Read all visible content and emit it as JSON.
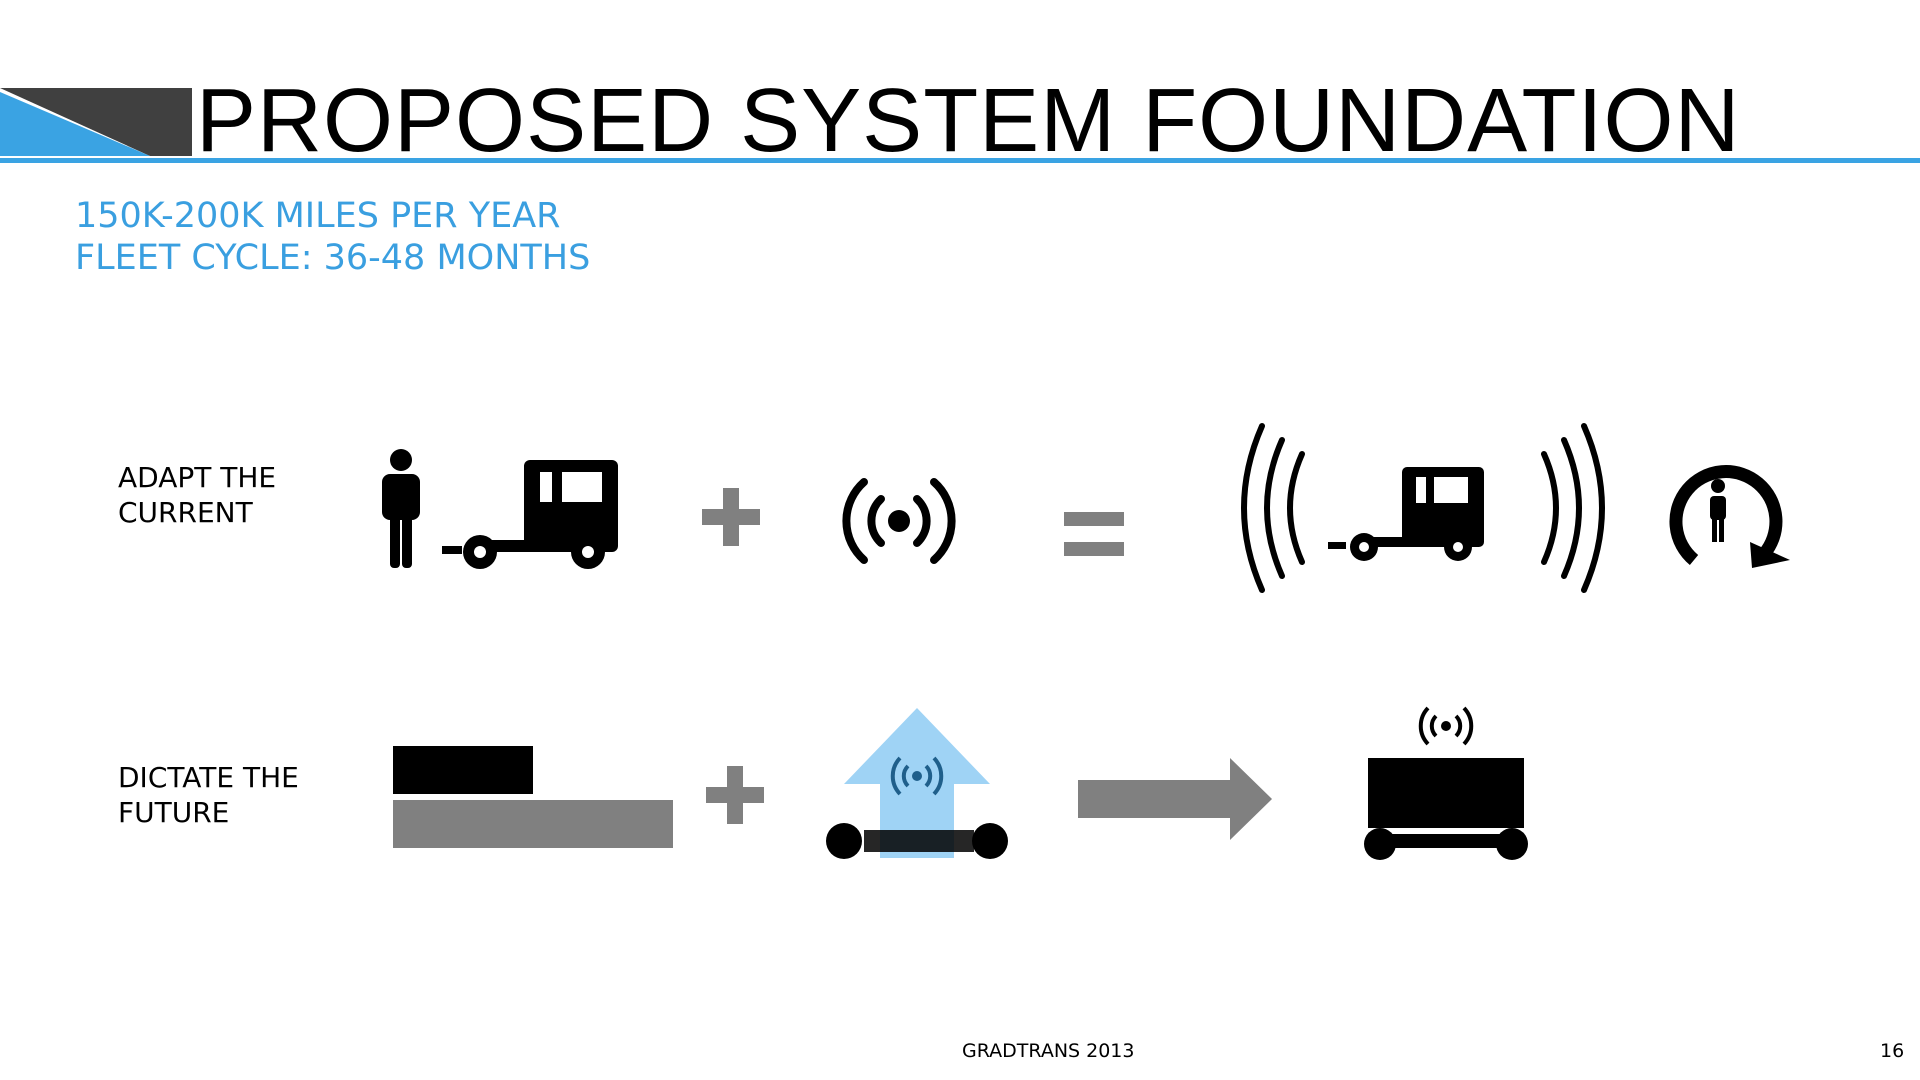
{
  "slide": {
    "title": "PROPOSED SYSTEM FOUNDATION",
    "subtitle_lines": [
      "150K-200K MILES PER YEAR",
      "FLEET CYCLE: 36-48 MONTHS"
    ],
    "rows": [
      {
        "label_lines": [
          "ADAPT THE",
          "CURRENT"
        ],
        "icons": [
          "person-icon",
          "truck-icon",
          "plus-icon",
          "wireless-signal-icon",
          "equals-icon",
          "connected-truck-icon",
          "person-circular-arrow-icon"
        ]
      },
      {
        "label_lines": [
          "DICTATE THE",
          "FUTURE"
        ],
        "icons": [
          "stacked-bars-icon",
          "plus-icon",
          "upgrade-arrow-icon",
          "right-arrow-icon",
          "autonomous-vehicle-icon"
        ]
      }
    ],
    "footer": "GRADTRANS 2013",
    "page_number": "16"
  },
  "colors": {
    "accent_blue": "#3aa3e3",
    "subtitle_blue": "#3a9fe0",
    "dark_gray": "#404040",
    "mid_gray": "#808080",
    "light_blue_arrow": "#9fd3f5"
  }
}
